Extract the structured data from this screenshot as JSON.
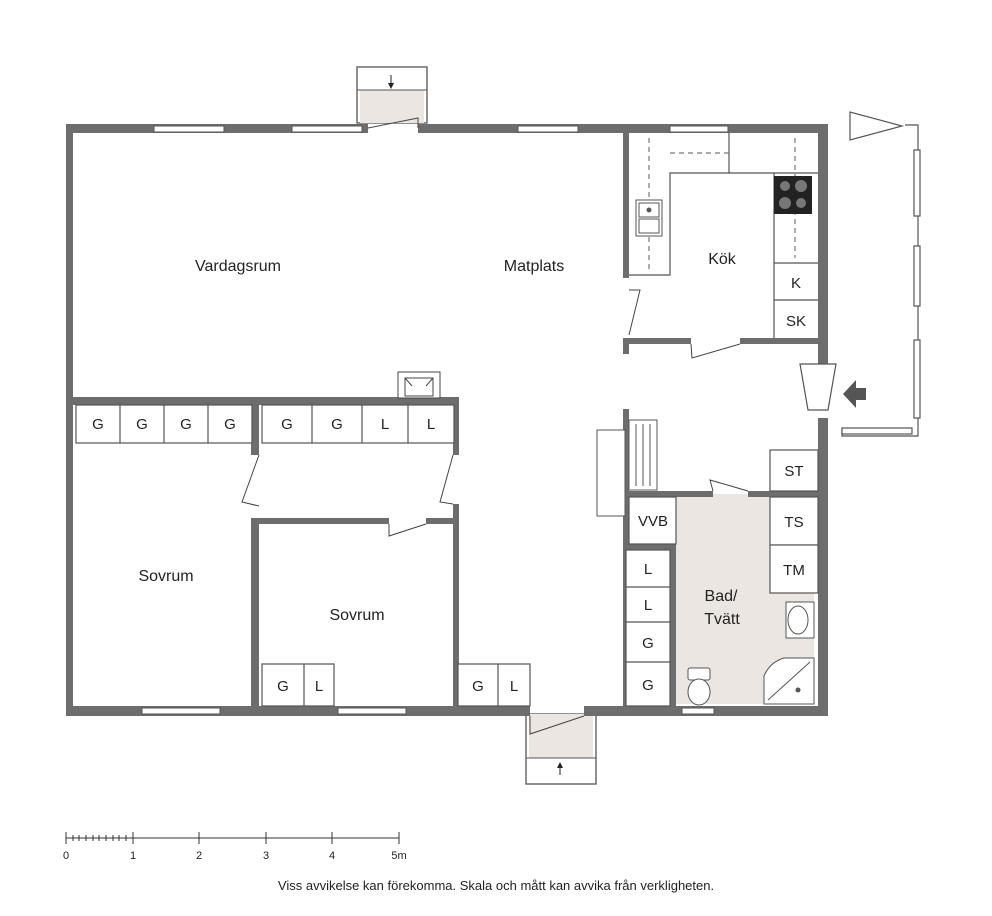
{
  "rooms": {
    "vardagsrum": "Vardagsrum",
    "matplats": "Matplats",
    "kok": "Kök",
    "sovrum_1": "Sovrum",
    "sovrum_2": "Sovrum",
    "bad_line1": "Bad/",
    "bad_line2": "Tvätt"
  },
  "storage": {
    "closet_row_left": [
      "G",
      "G",
      "G",
      "G"
    ],
    "closet_row_mid": [
      "G",
      "G",
      "L",
      "L"
    ],
    "sovrum2_closets": [
      "G",
      "L"
    ],
    "hall_closets": [
      "G",
      "L"
    ],
    "hall_column": [
      "L",
      "L",
      "G",
      "G"
    ]
  },
  "fixtures": {
    "kitchen_fridge": "K",
    "kitchen_freezer": "SK",
    "storage_st": "ST",
    "boiler": "VVB",
    "dryer": "TS",
    "washer": "TM"
  },
  "scale": {
    "ticks": [
      "0",
      "1",
      "2",
      "3",
      "4",
      "5m"
    ]
  },
  "disclaimer": "Viss avvikelse kan förekomma. Skala och mått kan avvika från verkligheten.",
  "colors": {
    "wall": "#6d6d6d",
    "bath_floor": "#ebe6e1",
    "line": "#444444"
  }
}
